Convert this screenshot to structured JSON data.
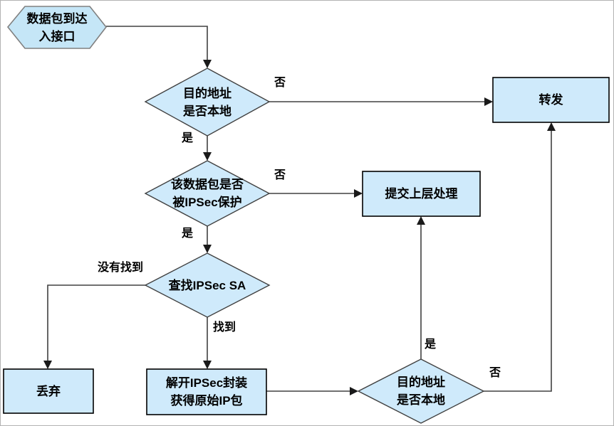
{
  "diagram": {
    "type": "flowchart",
    "language": "zh-CN",
    "topic": "IPSec packet inbound processing"
  },
  "colors": {
    "node_fill": "#cfeafb",
    "hexagon_fill": "#c5e6f7",
    "node_border": "#404040",
    "process_border": "#000000",
    "hexagon_border": "#808080",
    "edge_line": "#404040",
    "arrowhead": "#1a1a1a",
    "text": "#000000",
    "background": "#ffffff"
  },
  "nodes": {
    "start": {
      "type": "hexagon",
      "label": "数据包到达\n入接口"
    },
    "decision_dest_local_1": {
      "type": "decision",
      "label": "目的地址\n是否本地"
    },
    "forward": {
      "type": "process",
      "label": "转发"
    },
    "decision_ipsec_protected": {
      "type": "decision",
      "label": "该数据包是否\n被IPSec保护"
    },
    "upper_layer": {
      "type": "process",
      "label": "提交上层处理"
    },
    "lookup_sa": {
      "type": "decision",
      "label": "查找IPSec SA"
    },
    "discard": {
      "type": "process",
      "label": "丢弃"
    },
    "decapsulate": {
      "type": "process",
      "label": "解开IPSec封装\n获得原始IP包"
    },
    "decision_dest_local_2": {
      "type": "decision",
      "label": "目的地址\n是否本地"
    }
  },
  "edge_labels": {
    "no_1": "否",
    "yes_1": "是",
    "no_2": "否",
    "yes_2": "是",
    "not_found": "没有找到",
    "found": "找到",
    "yes_3": "是",
    "no_3": "否"
  }
}
